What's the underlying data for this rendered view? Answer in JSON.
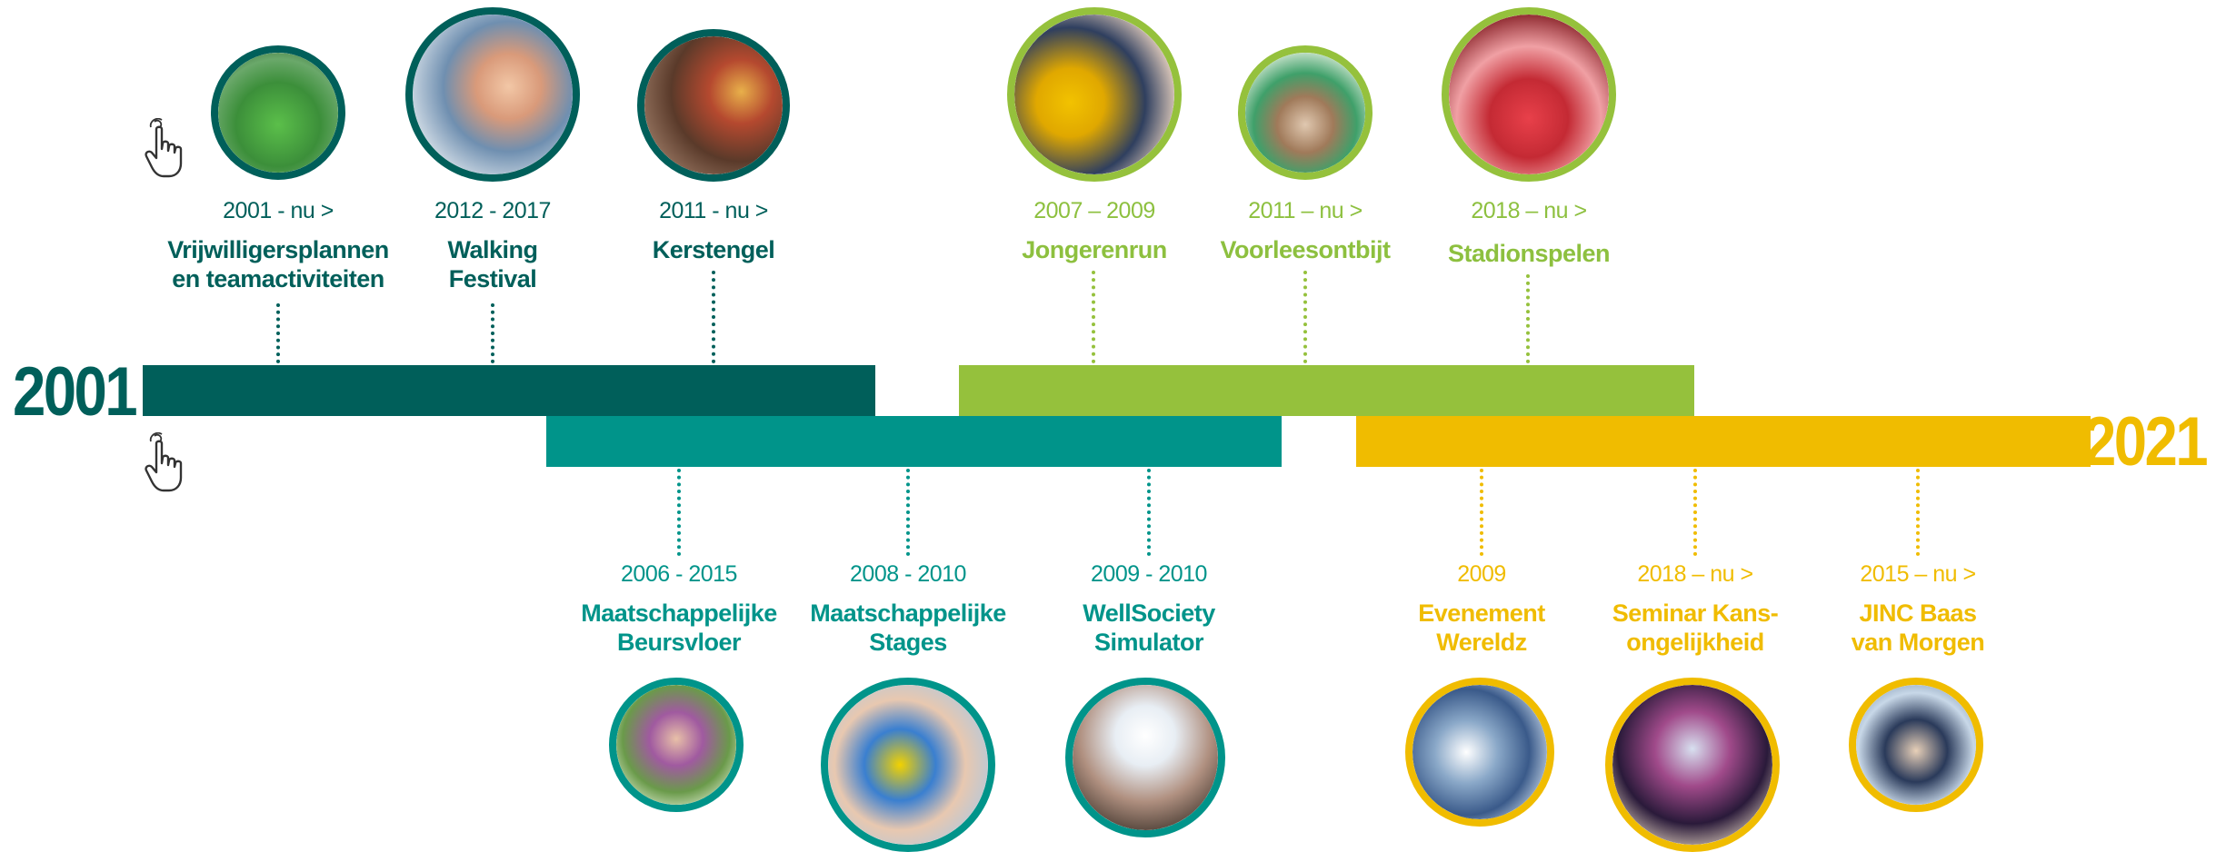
{
  "colors": {
    "dark_teal": "#005f5a",
    "teal": "#00948a",
    "lime": "#95c13c",
    "yellow": "#f0bc00"
  },
  "timeline": {
    "start_year": "2001",
    "end_year": "2021"
  },
  "icons": [
    "hand-pointer-icon"
  ],
  "events_top": [
    {
      "dates": "2001 - nu >",
      "title_line1": "Vrijwilligersplannen",
      "title_line2": "en teamactiviteiten"
    },
    {
      "dates": "2012 - 2017",
      "title_line1": "Walking",
      "title_line2": "Festival"
    },
    {
      "dates": "2011 - nu >",
      "title_line1": "Kerstengel",
      "title_line2": ""
    },
    {
      "dates": "2007 – 2009",
      "title_line1": "Jongerenrun",
      "title_line2": ""
    },
    {
      "dates": "2011 – nu >",
      "title_line1": "Voorleesontbijt",
      "title_line2": ""
    },
    {
      "dates": "2018 – nu >",
      "title_line1": "Stadionspelen",
      "title_line2": ""
    }
  ],
  "events_bottom": [
    {
      "dates": "2006 - 2015",
      "title_line1": "Maatschappelijke",
      "title_line2": "Beursvloer"
    },
    {
      "dates": "2008 - 2010",
      "title_line1": "Maatschappelijke",
      "title_line2": "Stages"
    },
    {
      "dates": "2009 - 2010",
      "title_line1": "WellSociety",
      "title_line2": "Simulator"
    },
    {
      "dates": "2009",
      "title_line1": "Evenement",
      "title_line2": "Wereldz"
    },
    {
      "dates": "2018 – nu >",
      "title_line1": "Seminar Kans-",
      "title_line2": "ongelijkheid"
    },
    {
      "dates": "2015 – nu >",
      "title_line1": "JINC Baas",
      "title_line2": "van Morgen"
    }
  ]
}
